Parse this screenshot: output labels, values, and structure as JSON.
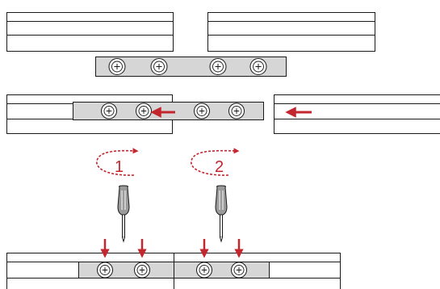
{
  "diagram": {
    "title": "",
    "colors": {
      "accent": "#c4262e",
      "line": "#1a1a1a",
      "connector_fill": "#d6d6d6",
      "screwdriver_fill": "#9a9a9a",
      "screw_fill": "#ffffff"
    },
    "steps": [
      {
        "label": "1",
        "action": "rotate-clockwise"
      },
      {
        "label": "2",
        "action": "rotate-clockwise"
      }
    ],
    "icons": {
      "screw": "phillips-screw-icon",
      "screwdriver": "screwdriver-icon",
      "arrow": "slide-arrow-icon",
      "rotation": "rotation-arrow-icon"
    }
  }
}
